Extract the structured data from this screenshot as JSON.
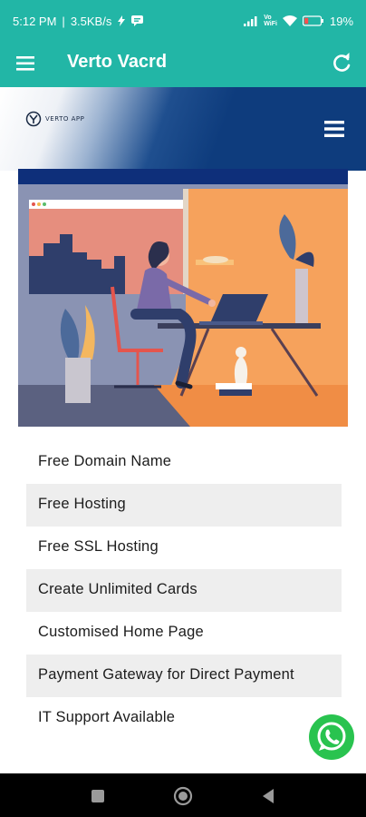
{
  "status_bar": {
    "time": "5:12 PM",
    "speed": "3.5KB/s",
    "network_label": "Vo\nWiFi",
    "battery": "19",
    "icons": [
      "data-saver-icon",
      "message-icon",
      "signal-icon",
      "volte-icon",
      "wifi-icon",
      "battery-icon"
    ]
  },
  "app_bar": {
    "title": "Verto Vacrd",
    "menu_icon": "hamburger-menu-icon",
    "refresh_icon": "refresh-icon"
  },
  "site_header": {
    "brand_text": "VERTO APP",
    "menu_icon": "hamburger-menu-icon"
  },
  "hero": {
    "image": "woman working on laptop at desk illustration"
  },
  "features": [
    "Free Domain Name",
    "Free Hosting",
    "Free SSL Hosting",
    "Create Unlimited Cards",
    "Customised Home Page",
    "Payment Gateway for Direct Payment",
    "IT Support Available"
  ],
  "whatsapp": {
    "icon": "whatsapp-icon"
  },
  "nav_bar": {
    "icons": [
      "recents-icon",
      "home-icon",
      "back-icon"
    ]
  },
  "colors": {
    "app_bar": "#22b6a6",
    "header_dark": "#0e3c7d",
    "row_alt": "#eeeeee",
    "whatsapp": "#29c34f",
    "hero_orange": "#f6a25c",
    "hero_wall": "#8a93b3"
  }
}
